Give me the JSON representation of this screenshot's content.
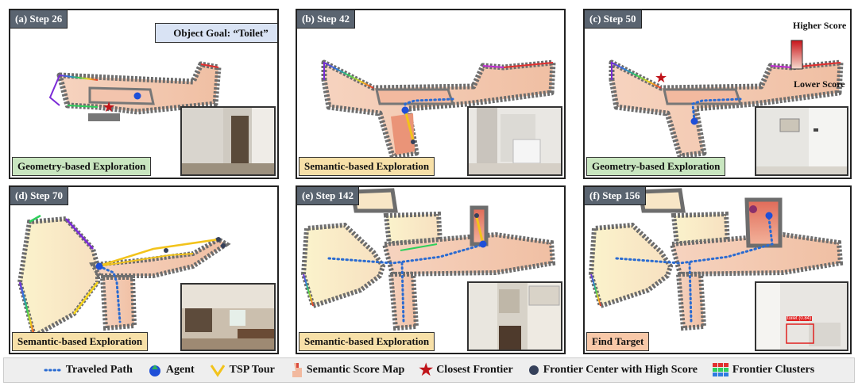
{
  "goal": "Object Goal: “Toilet”",
  "score_bar": {
    "high": "Higher Score",
    "low": "Lower Score"
  },
  "panels": [
    {
      "step": "(a) Step 26",
      "caption": "Geometry-based Exploration"
    },
    {
      "step": "(b) Step 42",
      "caption": "Semantic-based Exploration"
    },
    {
      "step": "(c) Step 50",
      "caption": "Geometry-based Exploration"
    },
    {
      "step": "(d) Step 70",
      "caption": "Semantic-based Exploration"
    },
    {
      "step": "(e) Step 142",
      "caption": "Semantic-based Exploration"
    },
    {
      "step": "(f) Step 156",
      "caption": "Find Target"
    }
  ],
  "detection_label": "toilet (0.84)",
  "legend": {
    "traveled_path": "Traveled Path",
    "agent": "Agent",
    "tsp_tour": "TSP Tour",
    "semantic_map": "Semantic Score Map",
    "closest_frontier": "Closest Frontier",
    "frontier_center": "Frontier Center with High Score",
    "frontier_clusters": "Frontier Clusters"
  },
  "colors": {
    "wall": "#707070",
    "score_low": "#fbe9c4",
    "score_high": "#d9483b",
    "path": "#2a6bd1",
    "agent": "#1f4fd8",
    "tsp": "#f2c31b",
    "star": "#c0141a",
    "frontier_center": "#35405a"
  }
}
